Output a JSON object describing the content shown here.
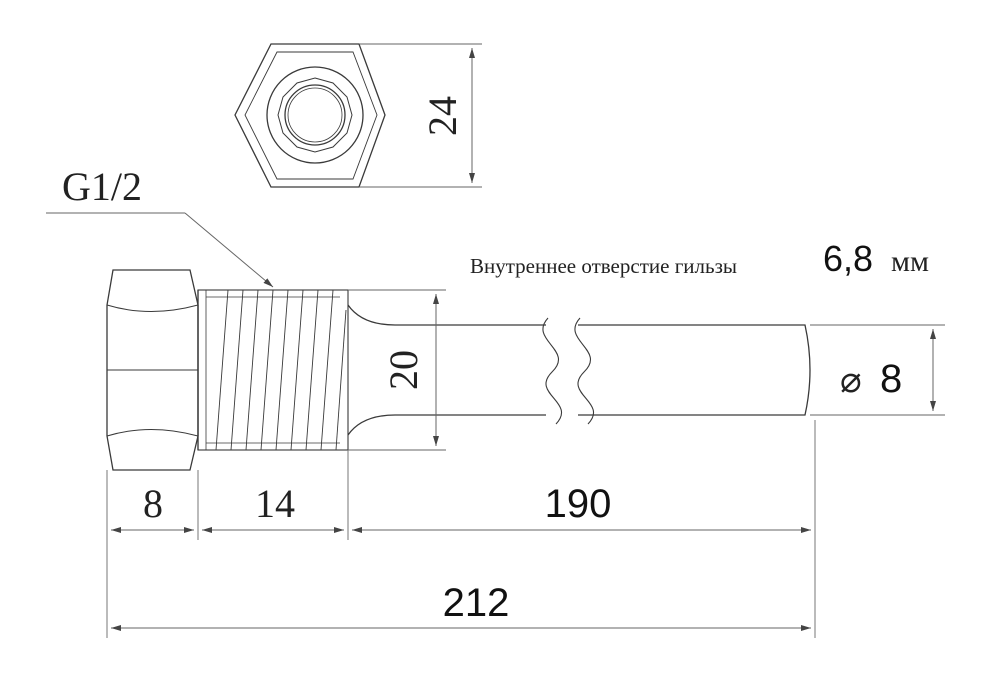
{
  "drawing": {
    "thread_label": "G1/2",
    "hex_size_label": "24",
    "inner_hole_caption": "Внутреннее отверстие гильзы",
    "inner_hole_value": "6,8",
    "inner_hole_unit": "мм",
    "thread_diameter_label": "20",
    "tube_diameter_symbol": "⌀",
    "tube_diameter_value": "8",
    "dim_hex_length": "8",
    "dim_thread_length": "14",
    "dim_tube_length": "190",
    "dim_total_length": "212"
  },
  "colors": {
    "line": "#3a3a3a",
    "dim_line": "#555555",
    "background": "#ffffff"
  }
}
